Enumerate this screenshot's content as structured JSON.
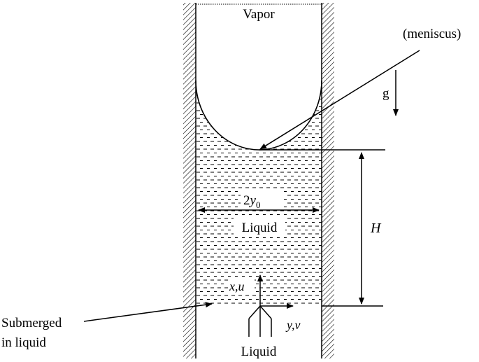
{
  "labels": {
    "vapor": "Vapor",
    "meniscus": "(meniscus)",
    "gravity": "g",
    "width_coef": "2",
    "width_var": "y",
    "width_sub": "0",
    "liquid_center": "Liquid",
    "height": "H",
    "axis_x": "x,u",
    "axis_y": "y,v",
    "submerged_line1": "Submerged",
    "submerged_line2": "in liquid",
    "liquid_bottom": "Liquid"
  },
  "colors": {
    "ink": "#000000",
    "background": "#ffffff"
  }
}
